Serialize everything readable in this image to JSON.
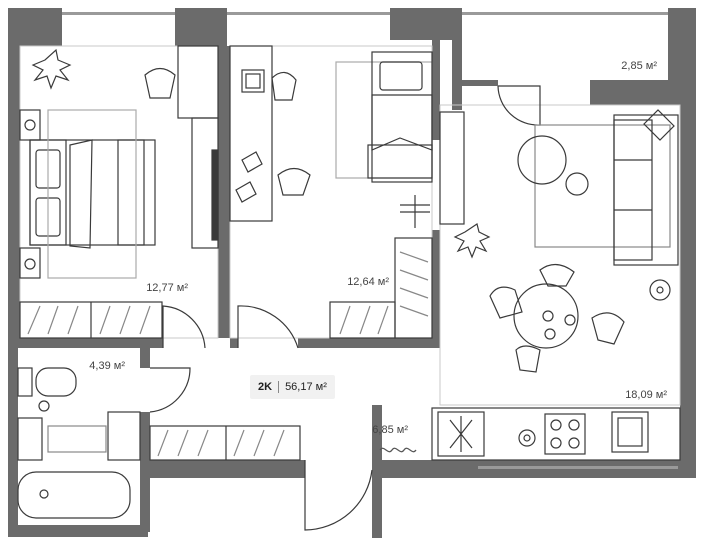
{
  "apartment": {
    "type_code": "2K",
    "total_area": "56,17 м²"
  },
  "rooms": [
    {
      "id": "balcony",
      "area": "2,85 м²"
    },
    {
      "id": "bedroom-1",
      "area": "12,77 м²"
    },
    {
      "id": "bedroom-2",
      "area": "12,64 м²"
    },
    {
      "id": "bathroom",
      "area": "4,39 м²"
    },
    {
      "id": "hallway",
      "area": "6,85 м²"
    },
    {
      "id": "living-kitchen",
      "area": "18,09 м²"
    }
  ],
  "colors": {
    "wall": "#6b6b6b",
    "furniture": "#3a3a3a",
    "floor": "#ffffff"
  }
}
